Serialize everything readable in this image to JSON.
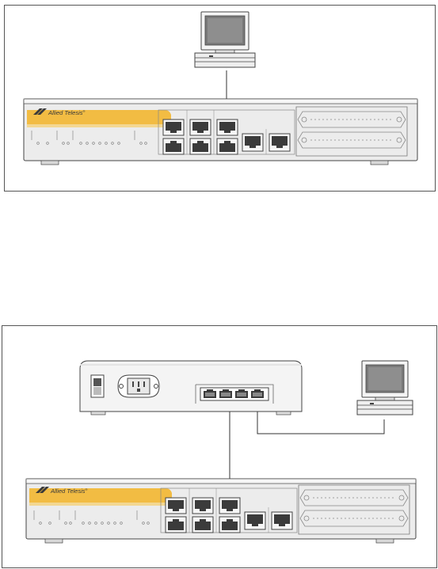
{
  "brand": {
    "name": "Allied Telesis",
    "trademark": "®",
    "accent_color": "#f3b426",
    "logo_color": "#3a3a3a"
  },
  "diagrams": [
    {
      "id": "direct-connection",
      "nodes": [
        "computer",
        "switch"
      ]
    },
    {
      "id": "via-media-converter",
      "nodes": [
        "switch",
        "converter-chassis",
        "computer"
      ]
    }
  ],
  "colors": {
    "chassis_fill": "#ececec",
    "chassis_stroke": "#444444",
    "port_fill": "#3b3b3b",
    "cable": "#333333"
  }
}
